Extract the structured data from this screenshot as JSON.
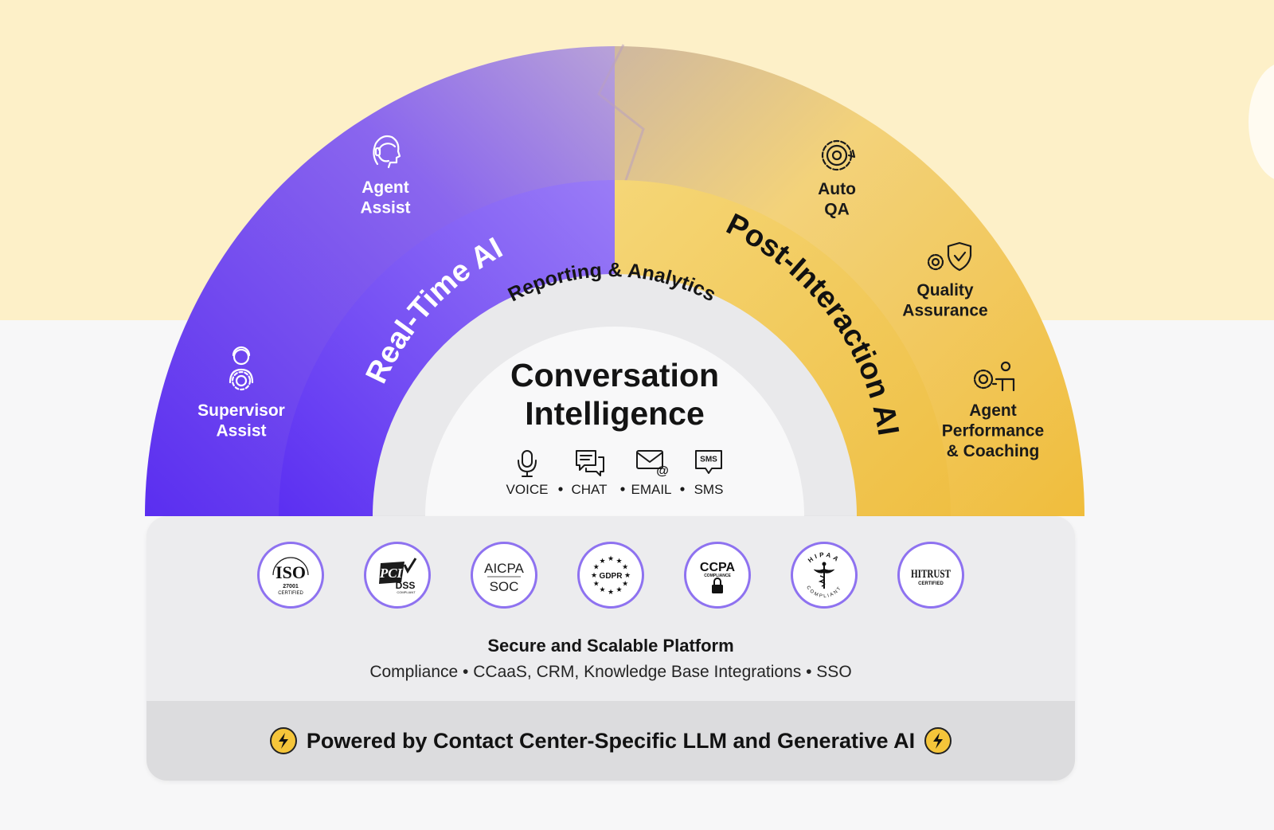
{
  "colors": {
    "background_top": "#fdf0c8",
    "background_bottom": "#f7f7f8",
    "purple": "#6a3cf0",
    "purple_light": "#8e72f0",
    "gold": "#f2c24a",
    "gold_light": "#f6d67a",
    "platform": "#ececee",
    "powered_bar": "#dcdcde"
  },
  "outer_arc": {
    "left_items": [
      {
        "lines": [
          "Agent",
          "Assist"
        ],
        "icon": "agent-headset-icon"
      },
      {
        "lines": [
          "Supervisor",
          "Assist"
        ],
        "icon": "supervisor-icon"
      }
    ],
    "right_items": [
      {
        "lines": [
          "Auto",
          "QA"
        ],
        "icon": "gear-cycle-icon"
      },
      {
        "lines": [
          "Quality",
          "Assurance"
        ],
        "icon": "gear-shield-icon"
      },
      {
        "lines": [
          "Agent",
          "Performance",
          "& Coaching"
        ],
        "icon": "gear-person-icon"
      }
    ]
  },
  "middle_arc": {
    "left_label": "Real-Time AI",
    "right_label": "Post-Interaction AI"
  },
  "inner_arc": {
    "label": "Reporting & Analytics"
  },
  "center": {
    "title_lines": [
      "Conversation",
      "Intelligence"
    ],
    "channels": [
      {
        "label": "VOICE",
        "icon": "microphone-icon"
      },
      {
        "label": "CHAT",
        "icon": "chat-icon"
      },
      {
        "label": "EMAIL",
        "icon": "email-icon"
      },
      {
        "label": "SMS",
        "icon": "sms-icon"
      }
    ]
  },
  "platform": {
    "badges": [
      {
        "name": "iso",
        "lines": [
          "ISO",
          "27001",
          "CERTIFIED"
        ]
      },
      {
        "name": "pci",
        "lines": [
          "PCI",
          "DSS",
          "COMPLIANT"
        ]
      },
      {
        "name": "aicpa",
        "lines": [
          "AICPA",
          "SOC"
        ]
      },
      {
        "name": "gdpr",
        "lines": [
          "GDPR"
        ]
      },
      {
        "name": "ccpa",
        "lines": [
          "CCPA",
          "COMPLIANCE"
        ]
      },
      {
        "name": "hipaa",
        "lines": [
          "HIPAA",
          "COMPLIANT"
        ]
      },
      {
        "name": "hitrust",
        "lines": [
          "HITRUST",
          "CERTIFIED"
        ]
      }
    ],
    "title": "Secure and Scalable Platform",
    "subtitle": "Compliance • CCaaS, CRM, Knowledge Base Integrations • SSO",
    "powered": "Powered by Contact Center-Specific LLM and Generative AI"
  }
}
